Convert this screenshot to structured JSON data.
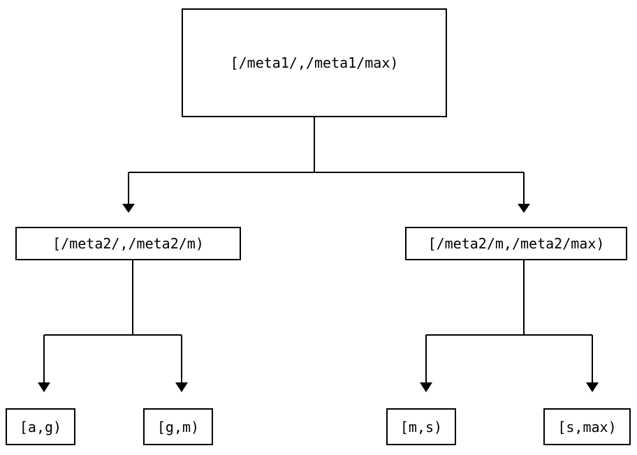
{
  "diagram": {
    "type": "tree",
    "title": "",
    "background_color": "#ffffff",
    "line_color": "#000000",
    "text_color": "#000000",
    "nodes": {
      "root": {
        "label": "[/meta1/,/meta1/max)"
      },
      "level2": [
        {
          "label": "[/meta2/,/meta2/m)"
        },
        {
          "label": "[/meta2/m,/meta2/max)"
        }
      ],
      "leaves": [
        {
          "label": "[a,g)"
        },
        {
          "label": "[g,m)"
        },
        {
          "label": "[m,s)"
        },
        {
          "label": "[s,max)"
        }
      ]
    },
    "edges": [
      {
        "from": "root",
        "to": "level2.0",
        "arrow": "down-triangle"
      },
      {
        "from": "root",
        "to": "level2.1",
        "arrow": "down-triangle"
      },
      {
        "from": "level2.0",
        "to": "leaves.0",
        "arrow": "down-triangle"
      },
      {
        "from": "level2.0",
        "to": "leaves.1",
        "arrow": "down-triangle"
      },
      {
        "from": "level2.1",
        "to": "leaves.2",
        "arrow": "down-triangle"
      },
      {
        "from": "level2.1",
        "to": "leaves.3",
        "arrow": "down-triangle"
      }
    ]
  }
}
